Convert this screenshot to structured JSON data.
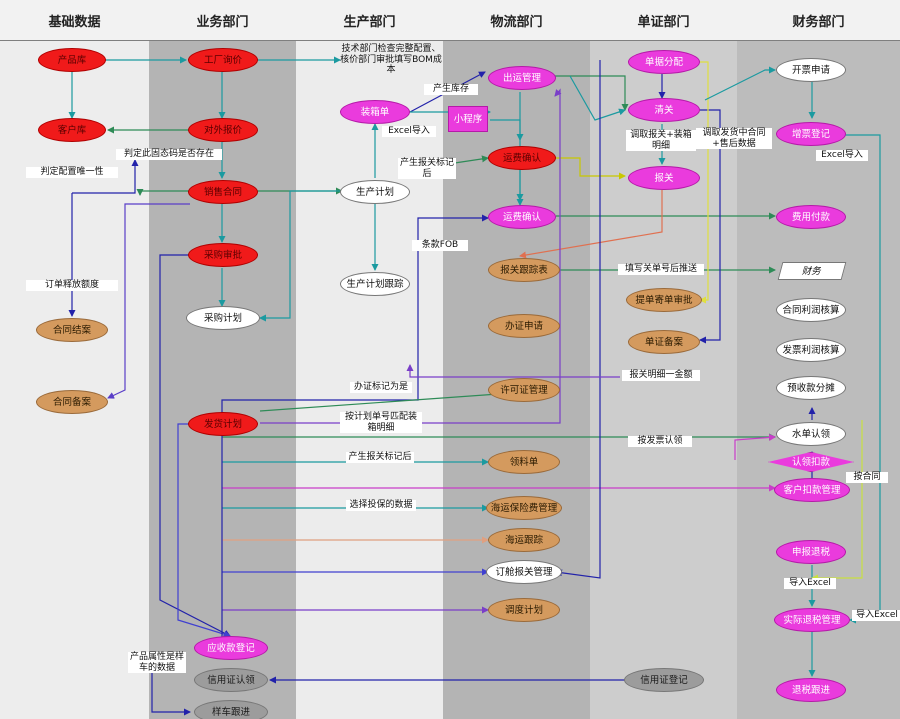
{
  "lanes": [
    "基础数据",
    "业务部门",
    "生产部门",
    "物流部门",
    "单证部门",
    "财务部门"
  ],
  "nodes": {
    "chanpinku": "产品库",
    "kehuku": "客户库",
    "baojia": "工厂询价",
    "gongxiaobaojia": "对外报价",
    "xiaoshouhetong": "销售合同",
    "caigouqianshu": "采购审批",
    "hetongjie": "合同结案",
    "hetongbeian": "合同备案",
    "caigoujihua": "采购计划",
    "fahuojihua": "发货计划",
    "yingshoukuan": "应收款登记",
    "xinyongzheng": "信用证认领",
    "yangchegenjin": "样车跟进",
    "zhuangxiangdan": "装箱单",
    "xiaochengxu": "小程序",
    "shengchanjihua": "生产计划",
    "shengchangenzong": "生产计划跟踪",
    "chuyunguanli": "出运管理",
    "yunfeiqueren": "运费确认",
    "baoguangenzong": "报关跟踪表",
    "banzhengshenqing": "办证申请",
    "xukezheng": "许可证管理",
    "lingliaodan": "领料单",
    "haiyunbaoxian": "海运保险费管理",
    "haiyungenzong": "海运跟踪",
    "dingcang": "订舱报关管理",
    "diaodu": "调度计划",
    "danjufenpei": "单据分配",
    "qingguan": "清关",
    "baoguan": "报关",
    "tidanshenpi": "提单寄单审批",
    "danzhengbeian": "单证备案",
    "xinyongdengji": "信用证登记",
    "kaipiao": "开票申请",
    "shoupiao": "增票登记",
    "feiyongfukuan": "费用付款",
    "caiwu": "财务",
    "hetonglirun": "合同利润核算",
    "fapiaolirun": "发票利润核算",
    "yushou": "预收款分摊",
    "shuidan": "水单认领",
    "renlingkoukuan": "认领扣款",
    "kehukoukuan": "客户扣款管理",
    "shenbao": "申报退税",
    "shiji": "实际退税管理",
    "tuishuigenjin": "退税跟进"
  },
  "labels": {
    "panding": "判定配置唯一性",
    "pandingkuanshi": "判定此固态码是否存在",
    "dingdanshifang": "订单释放额度",
    "jishubumen": "技术部门检查完整配置、核价部门审批填写BOM成本",
    "chanshengkucun": "产生库存",
    "excel1": "Excel导入",
    "chanshengbaoguanbiao": "产生报关标记后",
    "tiaokuanfob": "条款FOB",
    "tianxieguandan": "填写关单号后推送",
    "tiaoqubaoguan": "调取报关+装箱明细",
    "tiaoqufapiao": "调取发货中合同+售后数据",
    "excel2": "Excel导入",
    "banzhengbiaoji": "办证标记为是",
    "anjihuadan": "按计划单号匹配装箱明细",
    "chanshengbaoguan2": "产生报关标记后",
    "xuanzetoubao": "选择投保的数据",
    "baoguanmingxi": "报关明细一金额",
    "anfapiao": "按发票认领",
    "anhetong": "按合同",
    "daoruexcel": "导入Excel",
    "daoruexcel2": "导入Excel",
    "chanpinshuxing": "产品属性是样车的数据"
  }
}
